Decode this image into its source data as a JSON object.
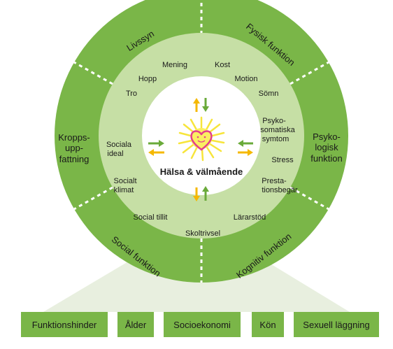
{
  "colors": {
    "outer_ring": "#7ab648",
    "middle_ring": "#c6dfa5",
    "center": "#ffffff",
    "box": "#7ab648",
    "funnel": "#e8efdf",
    "arrow_green": "#6aaa3a",
    "arrow_yellow": "#f5b800",
    "sun": "#f7e53b",
    "heart": "#e43e8c"
  },
  "outer_sectors": {
    "livssyn": "Livssyn",
    "fysisk_funktion": "Fysisk funktion",
    "psykologisk_1": "Psyko-",
    "psykologisk_2": "logisk",
    "psykologisk_3": "funktion",
    "kognitiv_funktion": "Kognitiv funktion",
    "social_funktion": "Social funktion",
    "kroppsuppfattning_1": "Kropps-",
    "kroppsuppfattning_2": "upp-",
    "kroppsuppfattning_3": "fattning"
  },
  "inner_items": {
    "mening": "Mening",
    "kost": "Kost",
    "hopp": "Hopp",
    "motion": "Motion",
    "tro": "Tro",
    "somn": "Sömn",
    "psykosomatiska_1": "Psyko-",
    "psykosomatiska_2": "somatiska",
    "psykosomatiska_3": "symtom",
    "stress": "Stress",
    "prestationsbegar_1": "Presta-",
    "prestationsbegar_2": "tionsbegär",
    "lararstod": "Lärarstöd",
    "skoltrivsel": "Skoltrivsel",
    "social_tillit": "Social tillit",
    "socialt_klimat_1": "Socialt",
    "socialt_klimat_2": "klimat",
    "sociala_ideal_1": "Sociala",
    "sociala_ideal_2": "ideal"
  },
  "center": {
    "title": "Hälsa & välmående"
  },
  "factors": [
    "Funktionshinder",
    "Ålder",
    "Socioekonomi",
    "Kön",
    "Sexuell läggning"
  ]
}
